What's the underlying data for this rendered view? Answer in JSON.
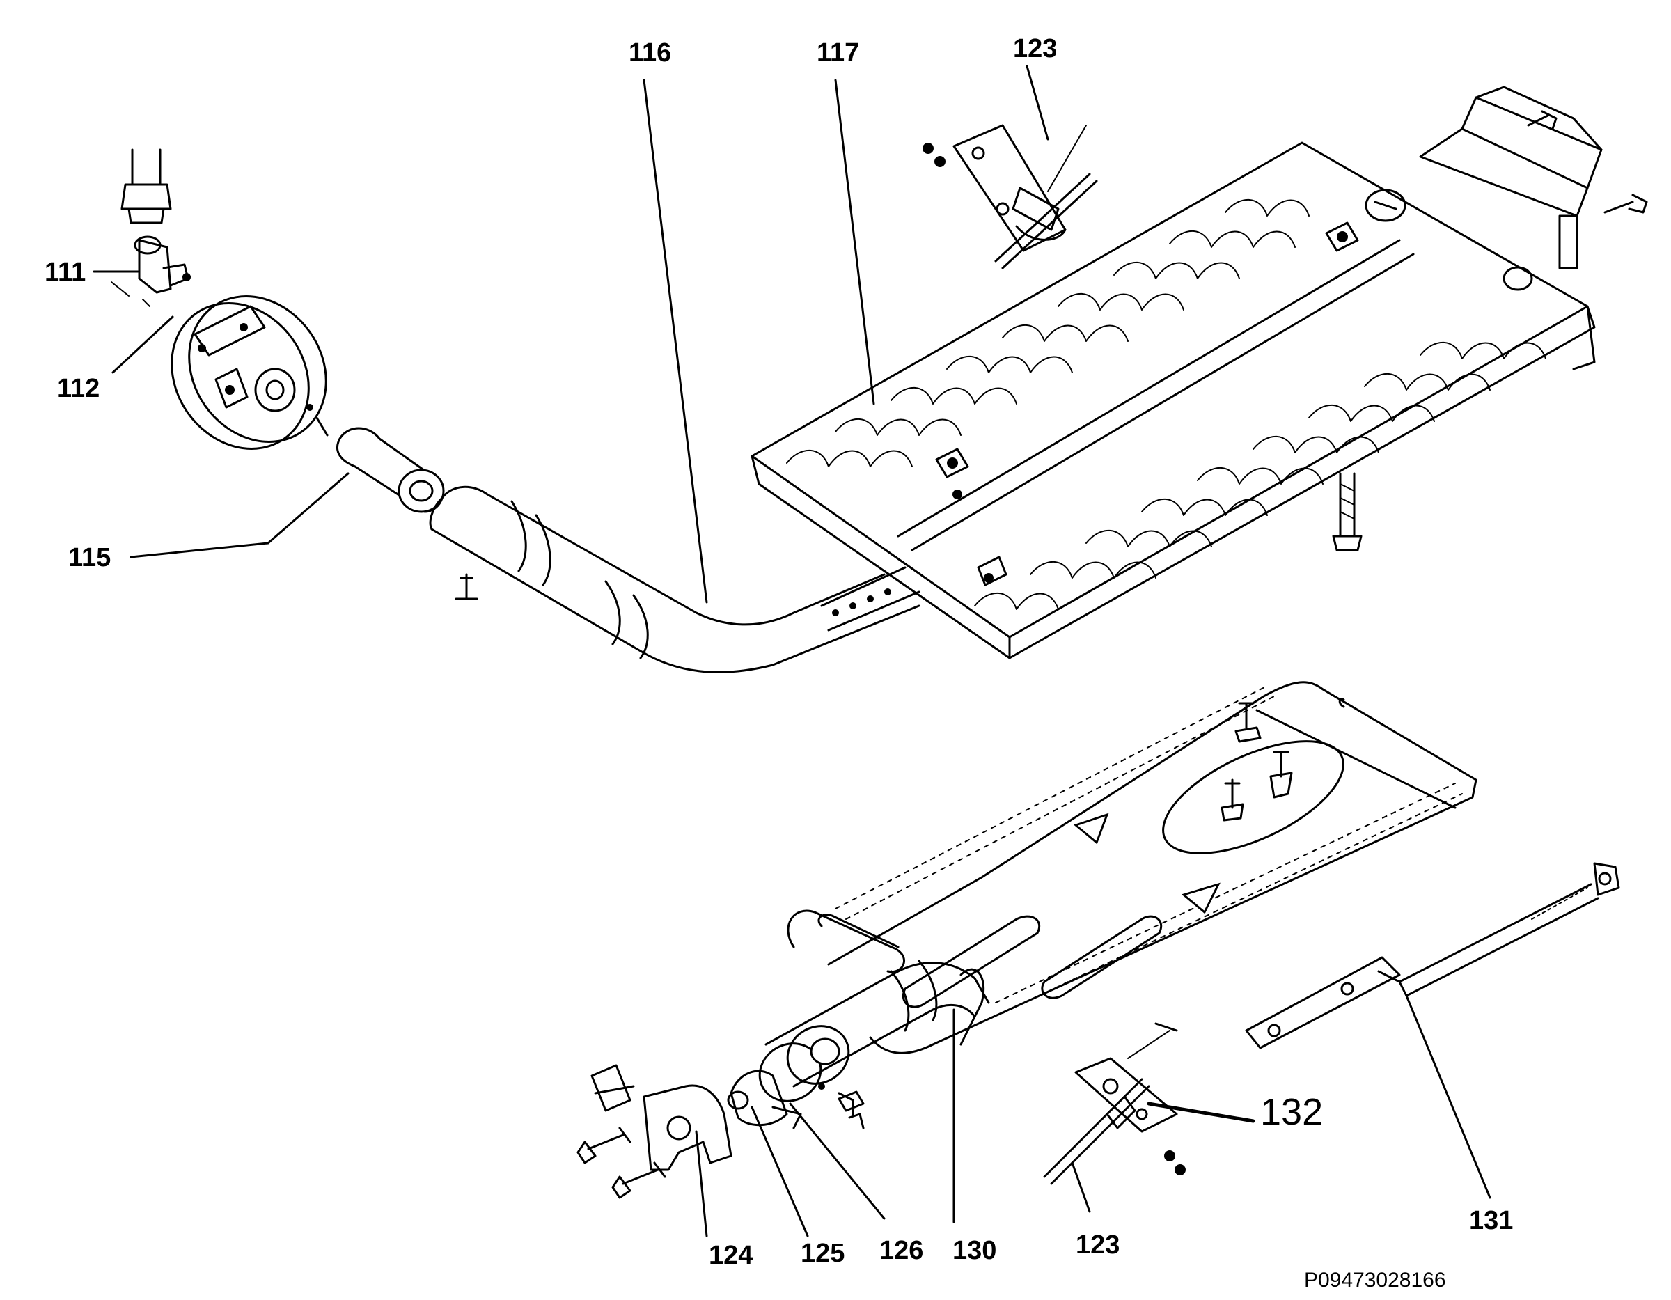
{
  "diagram": {
    "labels": [
      {
        "id": "111",
        "text": "111"
      },
      {
        "id": "112",
        "text": "112"
      },
      {
        "id": "115",
        "text": "115"
      },
      {
        "id": "116",
        "text": "116"
      },
      {
        "id": "117",
        "text": "117"
      },
      {
        "id": "123a",
        "text": "123"
      },
      {
        "id": "123b",
        "text": "123"
      },
      {
        "id": "124",
        "text": "124"
      },
      {
        "id": "125",
        "text": "125"
      },
      {
        "id": "126",
        "text": "126"
      },
      {
        "id": "130",
        "text": "130"
      },
      {
        "id": "131",
        "text": "131"
      },
      {
        "id": "132",
        "text": "132"
      }
    ],
    "document_code": "P09473028166"
  }
}
